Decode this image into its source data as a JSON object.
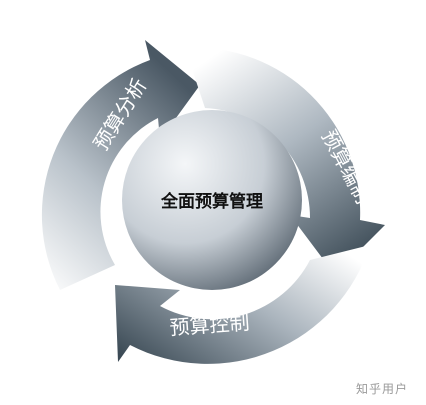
{
  "diagram": {
    "center_label": "全面预算管理",
    "arcs": [
      {
        "label": "预算分析",
        "color_dark": "#3b4a55",
        "color_light": "#ffffff"
      },
      {
        "label": "预算编制",
        "color_dark": "#3b4a55",
        "color_light": "#ffffff"
      },
      {
        "label": "预算控制",
        "color_dark": "#3b4a55",
        "color_light": "#ffffff"
      }
    ],
    "center_color_dark": "#4f5b66",
    "center_color_light": "#f4f6f8"
  },
  "watermark": "知乎用户"
}
